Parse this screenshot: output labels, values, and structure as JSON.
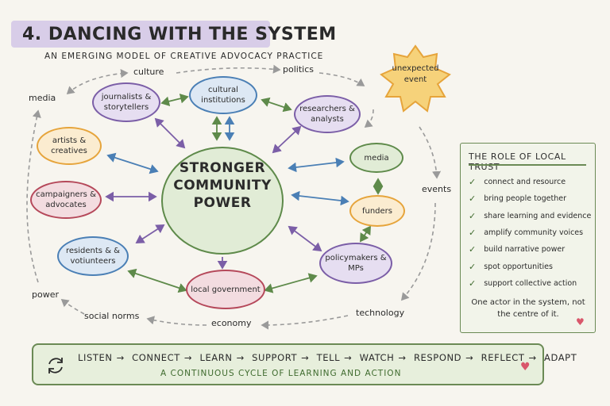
{
  "title": "4. DANCING WITH THE SYSTEM",
  "subtitle": "AN EMERGING MODEL OF CREATIVE ADVOCACY PRACTICE",
  "center": {
    "text": "STRONGER COMMUNITY POWER"
  },
  "nodes": {
    "journalists": "journalists & storytellers",
    "cultural": "cultural institutions",
    "researchers": "researchers & analysts",
    "artists": "artists & creatives",
    "campaigners": "campaigners & advocates",
    "residents": "residents & & votiunteers",
    "local_gov": "local government",
    "policymakers": "policymakers & MPs",
    "media": "media",
    "funders": "funders"
  },
  "outer_labels": {
    "culture": "culture",
    "politics": "politics",
    "media": "media",
    "events": "events",
    "power": "power",
    "social_norms": "social norms",
    "economy": "economy",
    "technology": "technology"
  },
  "unexpected_event": "unexpected event",
  "trust_box": {
    "title": "THE ROLE OF LOCAL TRUST",
    "items": [
      "connect and resource",
      "bring people together",
      "share learning and evidence",
      "amplify community voices",
      "build narrative power",
      "spot opportunities",
      "support collective action"
    ],
    "note": "One actor in the system, not the centre of it."
  },
  "cycle": {
    "steps": [
      "LISTEN",
      "CONNECT",
      "LEARN",
      "SUPPORT",
      "TELL",
      "WATCH",
      "RESPOND",
      "REFLECT",
      "ADAPT"
    ],
    "subtitle": "A CONTINUOUS CYCLE OF LEARNING AND ACTION"
  },
  "colors": {
    "purple": "#7b5ea7",
    "blue": "#4a7fb5",
    "green": "#5e8a4a",
    "orange": "#e6a43b",
    "red": "#b5485a",
    "heart": "#d9576b"
  }
}
